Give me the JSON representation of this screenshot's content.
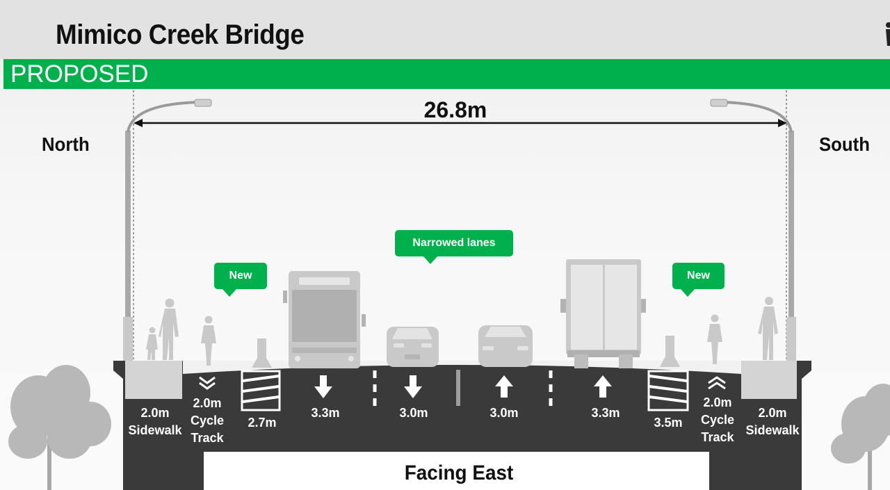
{
  "header": {
    "title": "Mimico Creek Bridge",
    "banner": "PROPOSED"
  },
  "directions": {
    "left": "North",
    "right": "South"
  },
  "total_width": "26.8m",
  "callouts": {
    "narrowed": "Narrowed lanes",
    "new_left": "New",
    "new_right": "New"
  },
  "segments": [
    {
      "width": "2.0m",
      "name": "Sidewalk"
    },
    {
      "width": "2.0m",
      "name": "Cycle",
      "name2": "Track"
    },
    {
      "width": "2.7m"
    },
    {
      "width": "3.3m"
    },
    {
      "width": "3.0m"
    },
    {
      "width": "3.0m"
    },
    {
      "width": "3.3m"
    },
    {
      "width": "3.5m"
    },
    {
      "width": "2.0m",
      "name": "Cycle",
      "name2": "Track"
    },
    {
      "width": "2.0m",
      "name": "Sidewalk"
    }
  ],
  "footer": "Facing East",
  "colors": {
    "green": "#00b04c",
    "road": "#3a3a3a",
    "figure": "#c9c9c9"
  }
}
